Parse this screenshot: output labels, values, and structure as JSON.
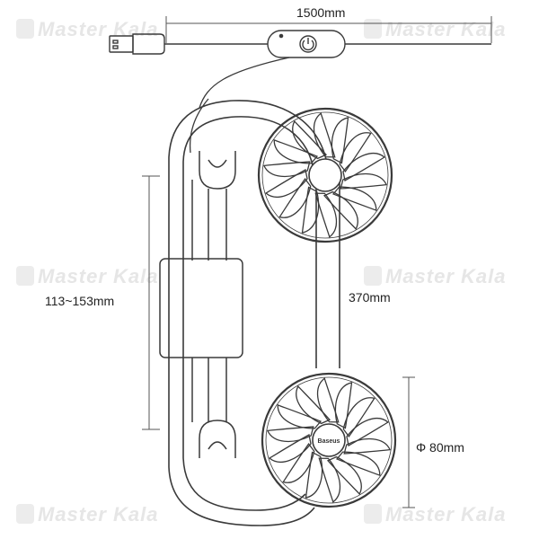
{
  "dimensions": {
    "cable_length": "1500mm",
    "clamp_range": "113~153mm",
    "neck_length": "370mm",
    "fan_diameter": "Φ 80mm"
  },
  "brand_on_fan": "Baseus",
  "watermark": {
    "text": "Master Kala"
  },
  "colors": {
    "line": "#3a3a3a",
    "dimension_line": "#555555",
    "watermark": "#e6e6e6",
    "background": "#ffffff"
  }
}
